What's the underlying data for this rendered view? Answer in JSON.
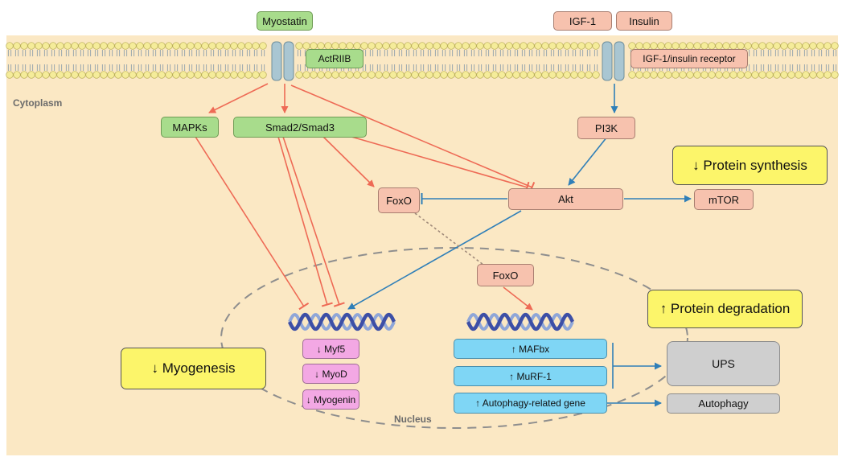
{
  "regions": {
    "cytoplasm": "Cytoplasm",
    "nucleus": "Nucleus"
  },
  "ligands": {
    "myostatin": "Myostatin",
    "igf1": "IGF-1",
    "insulin": "Insulin"
  },
  "receptors": {
    "actriib": "ActRIIB",
    "igf_receptor": "IGF-1/insulin receptor"
  },
  "signaling": {
    "mapks": "MAPKs",
    "smad": "Smad2/Smad3",
    "pi3k": "PI3K",
    "akt": "Akt",
    "foxo": "FoxO",
    "mtor": "mTOR",
    "foxo_nuclear": "FoxO"
  },
  "myogenic_genes": [
    "↓ Myf5",
    "↓ MyoD",
    "↓ Myogenin"
  ],
  "atrophy_genes": [
    "↑ MAFbx",
    "↑ MuRF-1",
    "↑ Autophagy-related gene"
  ],
  "outputs": {
    "ups": "UPS",
    "autophagy": "Autophagy"
  },
  "outcomes": {
    "protein_synthesis": "↓ Protein synthesis",
    "protein_degradation": "↑ Protein degradation",
    "myogenesis": "↓ Myogenesis"
  },
  "colors": {
    "background": "#fbe8c4",
    "membrane_head": "#f5ec9a",
    "inhibitory_arrow": "#ee6a55",
    "stimulatory_arrow": "#2f7fb8",
    "dna": "#3d4fa6"
  }
}
